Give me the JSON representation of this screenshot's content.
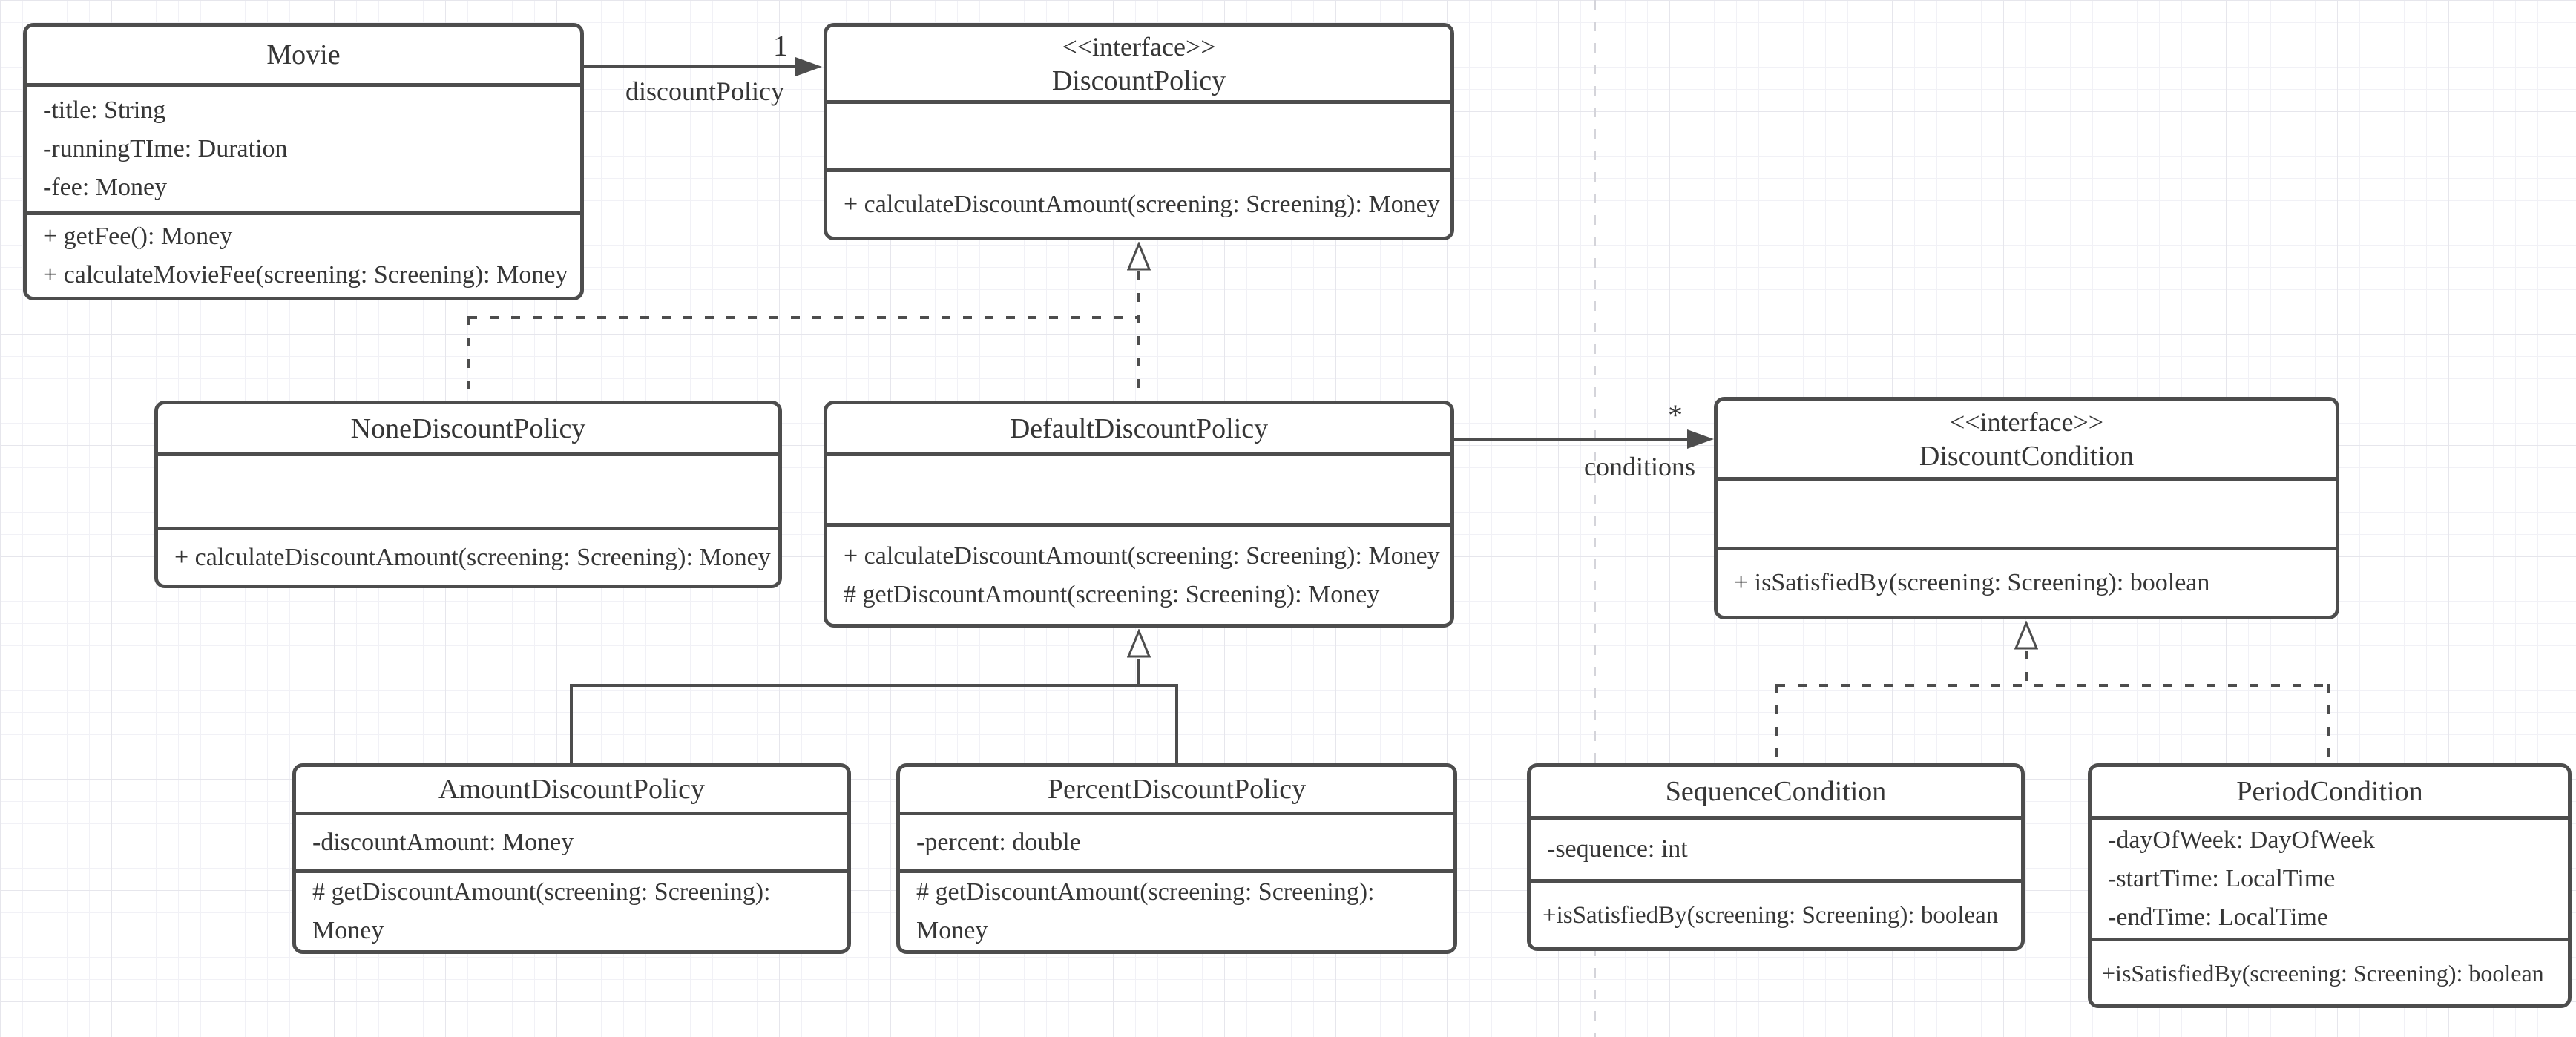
{
  "diagram": {
    "kind": "uml-class-diagram",
    "colors": {
      "stroke": "#4d4d4d",
      "text": "#363636",
      "background": "#ffffff",
      "grid_minor": "#f1f1f6",
      "grid_major": "#e6e6ec",
      "page_separator": "#d4d4da"
    }
  },
  "classes": {
    "movie": {
      "name": "Movie",
      "attributes": [
        "-title: String",
        "-runningTIme: Duration",
        "-fee: Money"
      ],
      "methods": [
        "+ getFee(): Money",
        "+ calculateMovieFee(screening: Screening): Money"
      ]
    },
    "discountPolicy": {
      "stereotype": "<<interface>>",
      "name": "DiscountPolicy",
      "attributes": [],
      "methods": [
        "+ calculateDiscountAmount(screening: Screening): Money"
      ]
    },
    "noneDiscountPolicy": {
      "name": "NoneDiscountPolicy",
      "attributes": [],
      "methods": [
        "+ calculateDiscountAmount(screening: Screening): Money"
      ]
    },
    "defaultDiscountPolicy": {
      "name": "DefaultDiscountPolicy",
      "attributes": [],
      "methods": [
        "+ calculateDiscountAmount(screening: Screening): Money",
        "# getDiscountAmount(screening: Screening): Money"
      ]
    },
    "discountCondition": {
      "stereotype": "<<interface>>",
      "name": "DiscountCondition",
      "attributes": [],
      "methods": [
        "+ isSatisfiedBy(screening: Screening): boolean"
      ]
    },
    "amountDiscountPolicy": {
      "name": "AmountDiscountPolicy",
      "attributes": [
        "-discountAmount: Money"
      ],
      "methods": [
        "# getDiscountAmount(screening: Screening): Money"
      ]
    },
    "percentDiscountPolicy": {
      "name": "PercentDiscountPolicy",
      "attributes": [
        "-percent: double"
      ],
      "methods": [
        "# getDiscountAmount(screening: Screening): Money"
      ]
    },
    "sequenceCondition": {
      "name": "SequenceCondition",
      "attributes": [
        "-sequence: int"
      ],
      "methods": [
        "+isSatisfiedBy(screening: Screening): boolean"
      ]
    },
    "periodCondition": {
      "name": "PeriodCondition",
      "attributes": [
        "-dayOfWeek: DayOfWeek",
        "-startTime: LocalTime",
        "-endTime: LocalTime"
      ],
      "methods": [
        "+isSatisfiedBy(screening: Screening): boolean"
      ]
    }
  },
  "edges": {
    "movie_to_discountPolicy": {
      "type": "association",
      "multiplicity": "1",
      "label": "discountPolicy"
    },
    "default_to_discountCondition": {
      "type": "association",
      "multiplicity": "*",
      "label": "conditions"
    },
    "none_realizes_discountPolicy": {
      "type": "realization"
    },
    "default_realizes_discountPolicy": {
      "type": "realization"
    },
    "amount_extends_default": {
      "type": "generalization"
    },
    "percent_extends_default": {
      "type": "generalization"
    },
    "sequence_realizes_condition": {
      "type": "realization"
    },
    "period_realizes_condition": {
      "type": "realization"
    }
  }
}
